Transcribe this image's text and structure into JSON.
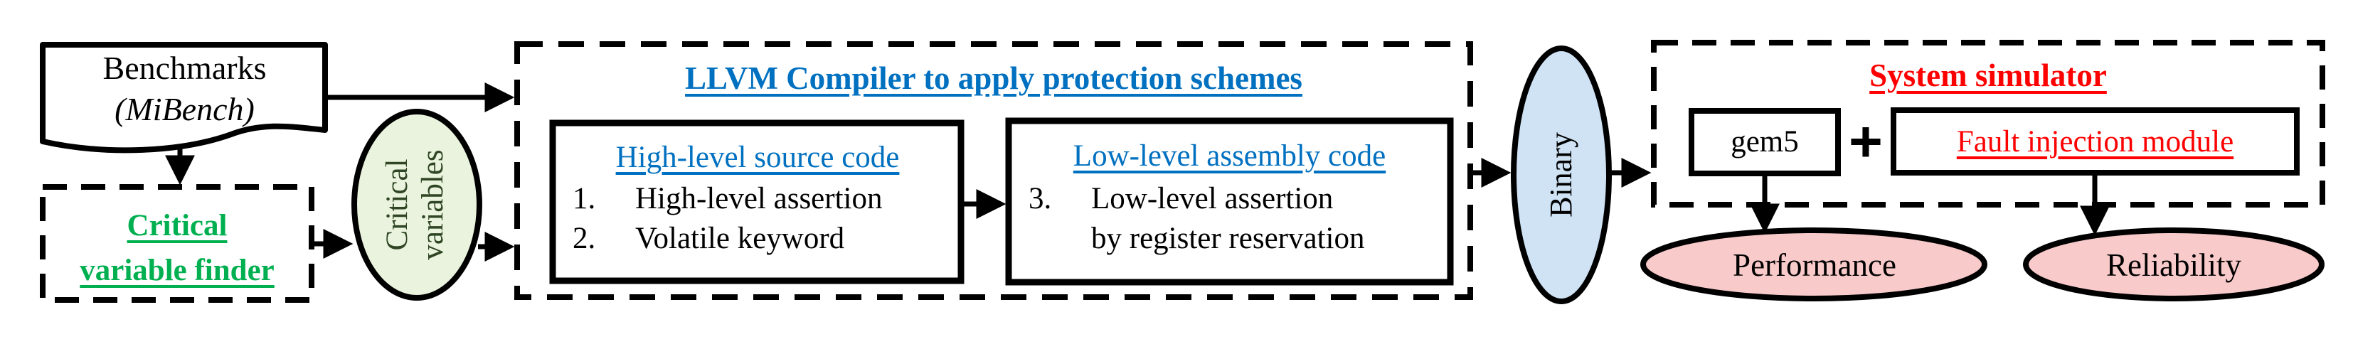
{
  "colors": {
    "green_text": "#00b050",
    "blue_text": "#0070c0",
    "red_text": "#ff0000",
    "critical_ellipse_fill": "#e9f3dd",
    "critical_ellipse_text": "#2f4523",
    "binary_ellipse_fill": "#cfe3f5",
    "output_ellipse_fill": "#f9caca",
    "line_color": "#000000",
    "background": "#ffffff"
  },
  "benchmarks": {
    "line1": "Benchmarks",
    "line2": "(MiBench)"
  },
  "finder": {
    "line1": "Critical",
    "line2": "variable finder"
  },
  "critical_vars": {
    "line1": "Critical",
    "line2": "variables"
  },
  "llvm": {
    "title": "LLVM Compiler to apply protection schemes",
    "high": {
      "title": "High-level source code",
      "items": [
        {
          "num": "1.",
          "text": "High-level assertion"
        },
        {
          "num": "2.",
          "text": "Volatile keyword"
        }
      ]
    },
    "low": {
      "title": "Low-level assembly code",
      "items": [
        {
          "num": "3.",
          "text": "Low-level assertion"
        },
        {
          "num": "",
          "text": "by register reservation"
        }
      ]
    }
  },
  "binary_label": "Binary",
  "system": {
    "title": "System simulator",
    "gem5": "gem5",
    "plus": "+",
    "fault": "Fault injection module"
  },
  "outputs": {
    "performance": "Performance",
    "reliability": "Reliability"
  }
}
